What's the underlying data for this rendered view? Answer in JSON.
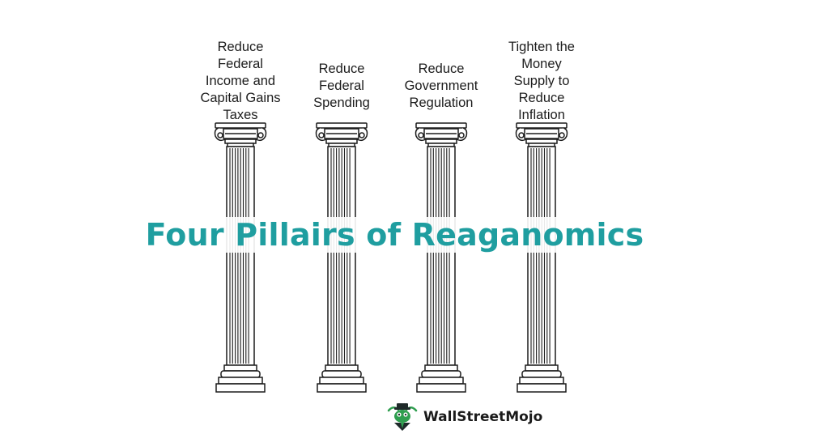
{
  "diagram": {
    "title": "Four Pillairs of Reaganomics",
    "pillars": [
      {
        "lines": [
          "Reduce",
          "Federal",
          "Income and",
          "Capital Gains",
          "Taxes"
        ]
      },
      {
        "lines": [
          "Reduce",
          "Federal",
          "Spending"
        ]
      },
      {
        "lines": [
          "Reduce",
          "Government",
          "Regulation"
        ]
      },
      {
        "lines": [
          "Tighten the",
          "Money",
          "Supply to",
          "Reduce",
          "Inflation"
        ]
      }
    ]
  },
  "brand": {
    "name": "WallStreetMojo"
  },
  "colors": {
    "accent": "#1f9ea0",
    "ink": "#1c1c1c",
    "brand_green": "#2f9e4f"
  }
}
